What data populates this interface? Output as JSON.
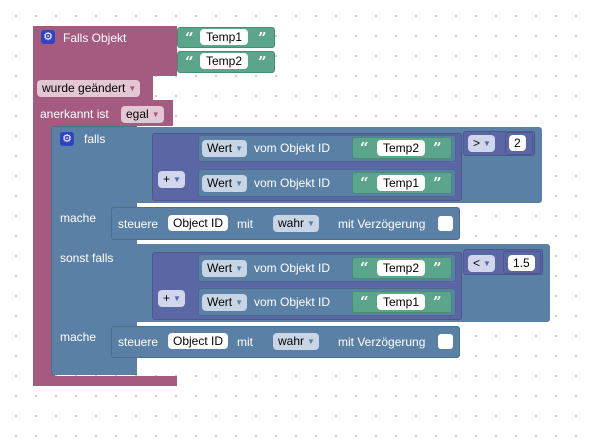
{
  "event_block": {
    "title": "Falls Objekt",
    "objects": [
      "Temp1",
      "Temp2"
    ],
    "change_dropdown": "wurde geändert",
    "ack_label": "anerkannt ist",
    "ack_dropdown": "egal"
  },
  "if_block": {
    "if_label": "falls",
    "do_label": "mache",
    "elseif_label": "sonst falls",
    "do2_label": "mache",
    "conditions": [
      {
        "operator": ">",
        "math_op": "+",
        "threshold": "2",
        "terms": [
          {
            "getter": "Wert",
            "label": "vom Objekt ID",
            "object": "Temp2"
          },
          {
            "getter": "Wert",
            "label": "vom Objekt ID",
            "object": "Temp1"
          }
        ],
        "action": {
          "verb": "steuere",
          "target": "Object ID",
          "with": "mit",
          "value": "wahr",
          "delay": "mit Verzögerung"
        }
      },
      {
        "operator": "<",
        "math_op": "+",
        "threshold": "1.5",
        "terms": [
          {
            "getter": "Wert",
            "label": "vom Objekt ID",
            "object": "Temp2"
          },
          {
            "getter": "Wert",
            "label": "vom Objekt ID",
            "object": "Temp1"
          }
        ],
        "action": {
          "verb": "steuere",
          "target": "Object ID",
          "with": "mit",
          "value": "wahr",
          "delay": "mit Verzögerung"
        }
      }
    ]
  },
  "colors": {
    "event": "#a55b80",
    "control": "#5b80a5",
    "logic": "#5b67a5",
    "text": "#5ba58c"
  }
}
